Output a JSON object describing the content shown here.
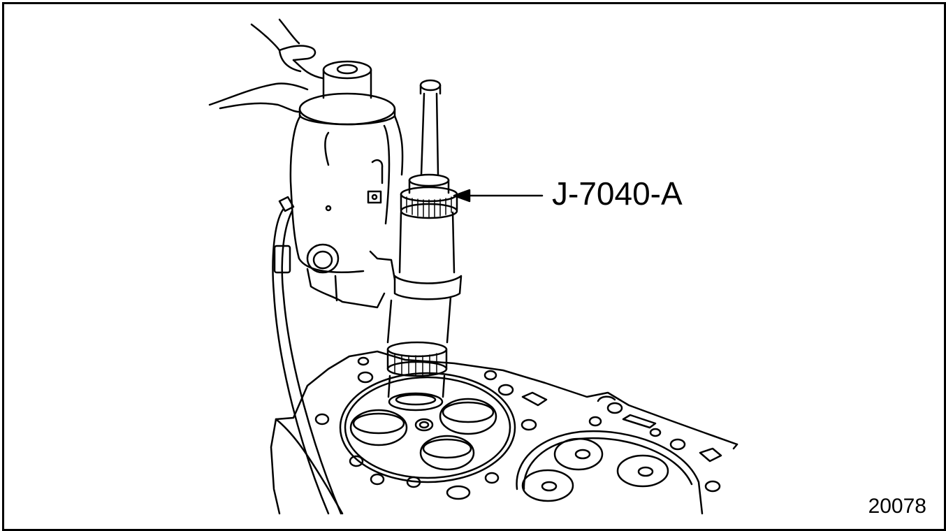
{
  "figure": {
    "callout_label": "J-7040-A",
    "figure_number": "20078"
  },
  "icons": [
    "hand-illustration",
    "injector-tester-tool",
    "cylinder-head-illustration",
    "fuel-line-hose",
    "callout-arrow"
  ]
}
